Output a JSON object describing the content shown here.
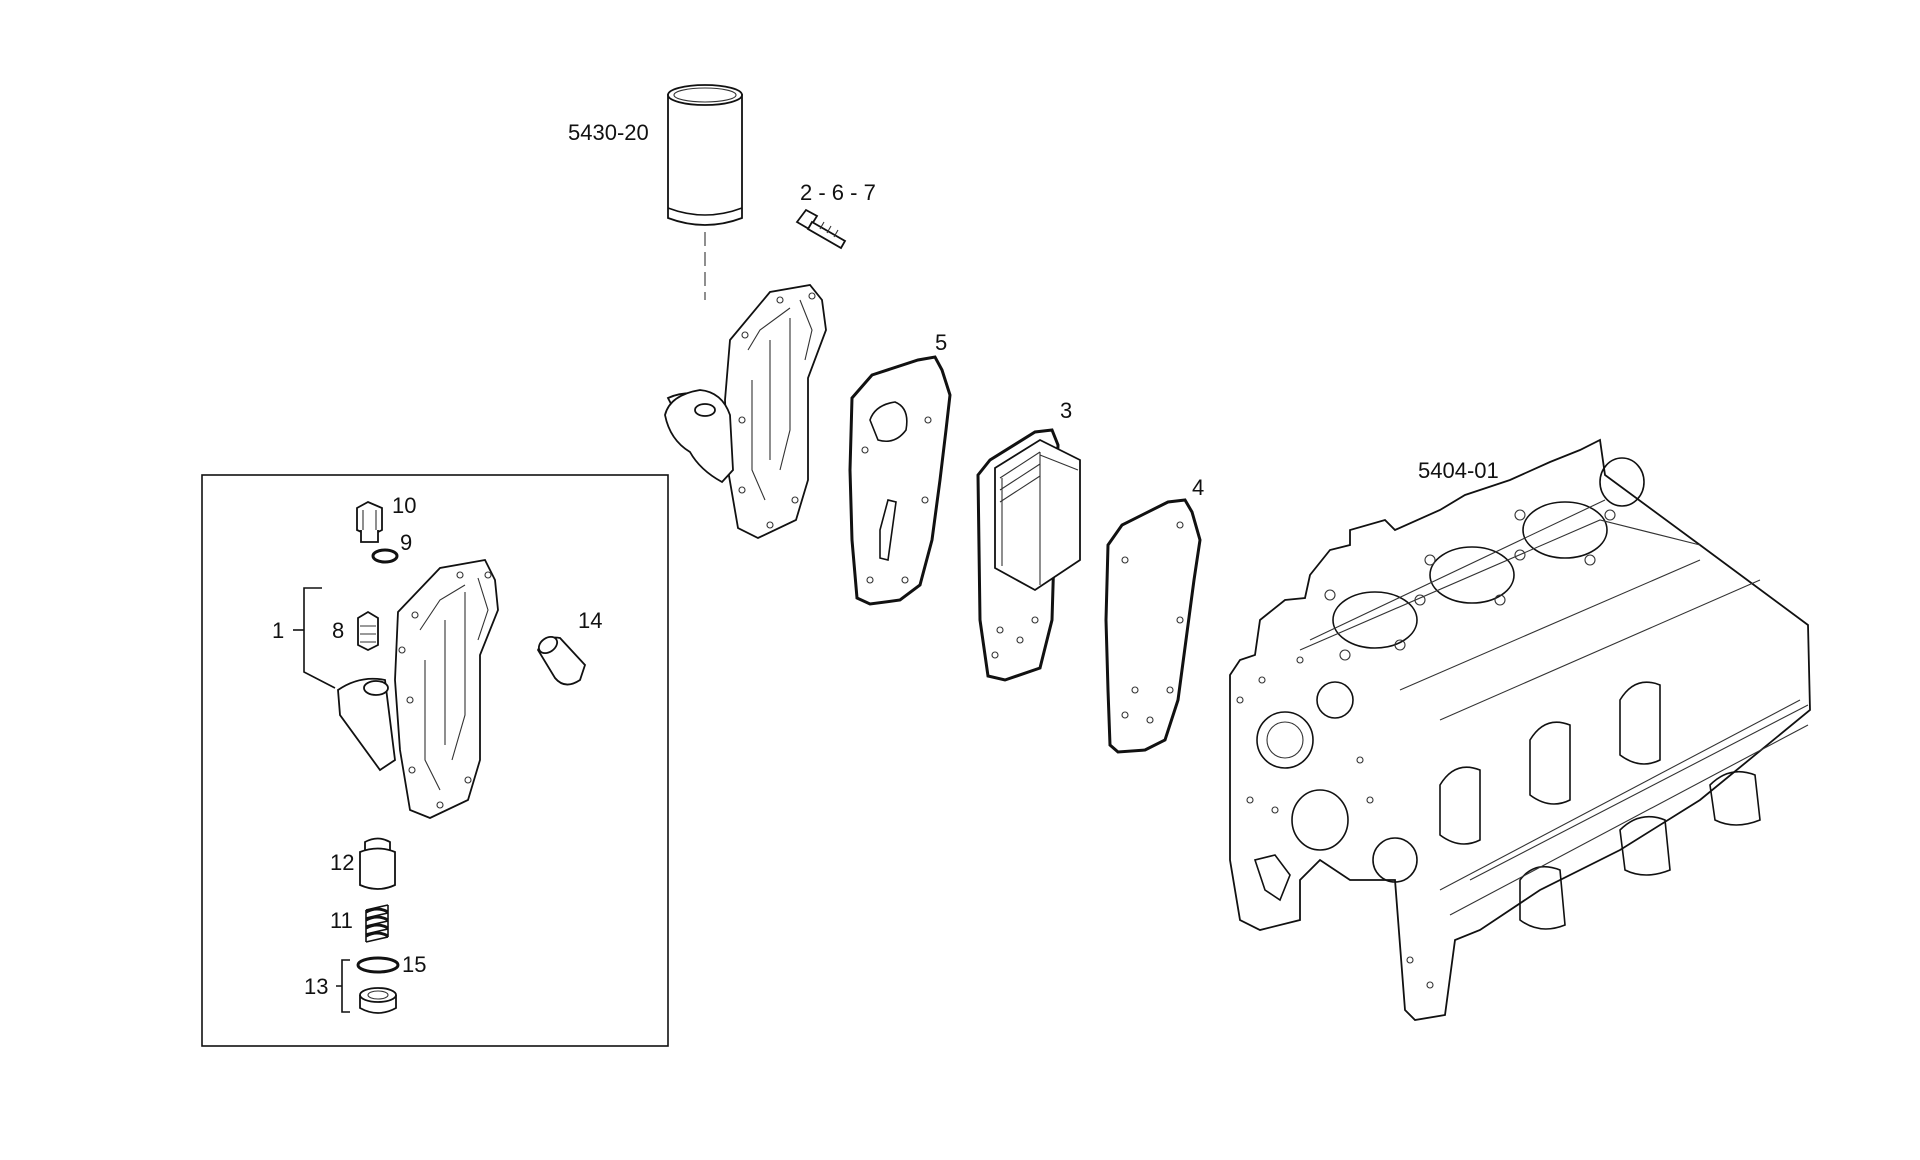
{
  "labels": {
    "filter": "5430-20",
    "screws": "2 - 6 - 7",
    "gasket_5": "5",
    "cooler_3": "3",
    "gasket_4": "4",
    "block": "5404-01",
    "p1": "1",
    "p8": "8",
    "p9": "9",
    "p10": "10",
    "p14": "14",
    "p12": "12",
    "p11": "11",
    "p13": "13",
    "p15": "15"
  }
}
